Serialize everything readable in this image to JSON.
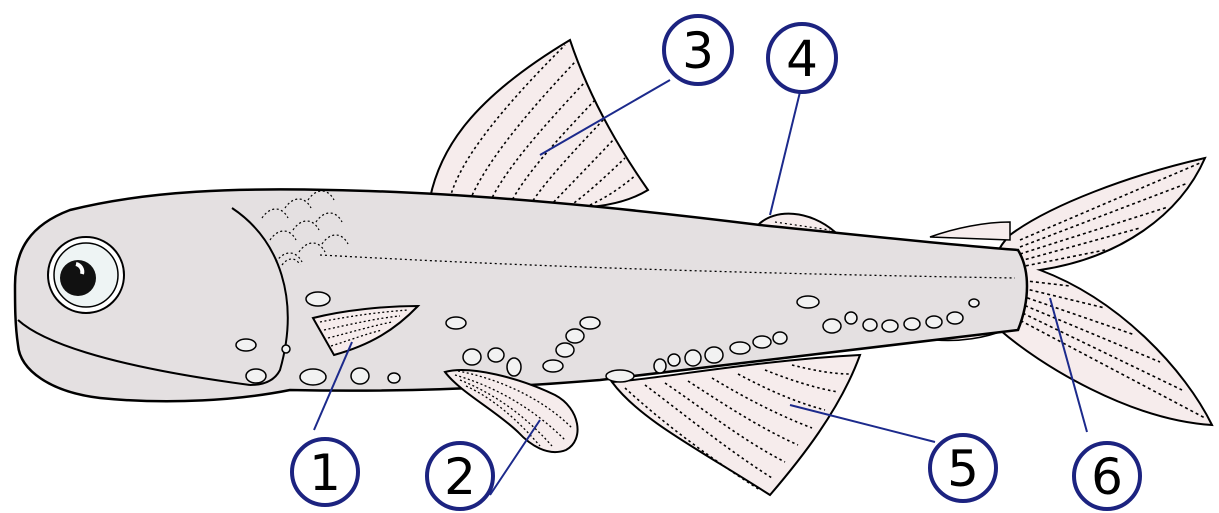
{
  "colors": {
    "body_fill": "#e4e0e1",
    "fin_fill": "#f6ecec",
    "outline": "#000000",
    "leader_line": "#1c2a8c",
    "label_ring": "#1c2380"
  },
  "labels": [
    {
      "id": "1",
      "text": "1"
    },
    {
      "id": "2",
      "text": "2"
    },
    {
      "id": "3",
      "text": "3"
    },
    {
      "id": "4",
      "text": "4"
    },
    {
      "id": "5",
      "text": "5"
    },
    {
      "id": "6",
      "text": "6"
    }
  ]
}
